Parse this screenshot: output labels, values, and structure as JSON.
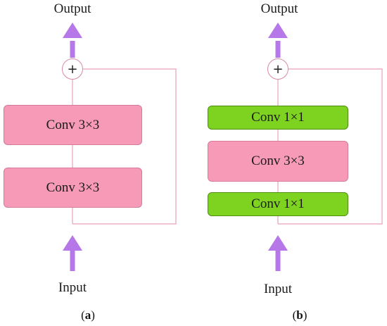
{
  "colors": {
    "arrow": "#b678e8",
    "line": "#e9a0b8",
    "conv3": "#f69ab8",
    "conv1": "#7ed320"
  },
  "panel_a": {
    "output_label": "Output",
    "input_label": "Input",
    "plus_symbol": "+",
    "blocks": [
      "Conv 3×3",
      "Conv 3×3"
    ],
    "caption_open": "(",
    "caption_letter": "a",
    "caption_close": ")"
  },
  "panel_b": {
    "output_label": "Output",
    "input_label": "Input",
    "plus_symbol": "+",
    "blocks": [
      "Conv 1×1",
      "Conv 3×3",
      "Conv 1×1"
    ],
    "caption_open": "(",
    "caption_letter": "b",
    "caption_close": ")"
  }
}
